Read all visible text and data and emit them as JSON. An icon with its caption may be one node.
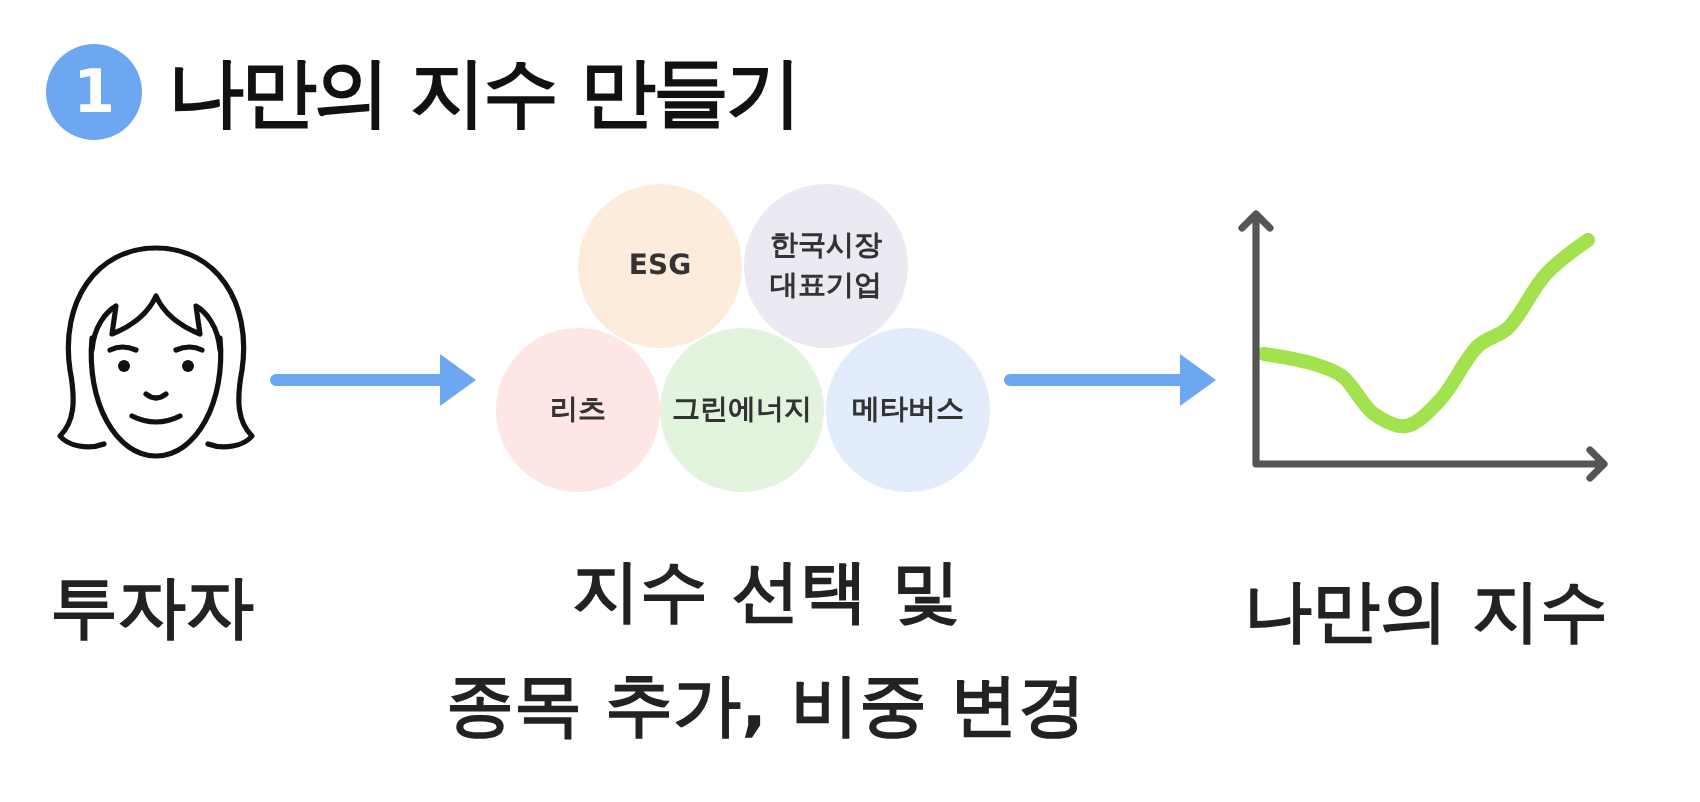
{
  "diagram": {
    "title": "나만의 지수 만들기",
    "nodes": [
      {
        "text": [],
        "shape": "person",
        "beside": [
          "투자자"
        ]
      },
      {
        "text": [
          "ESG"
        ]
      },
      {
        "text": [
          "한국시장 대표기업"
        ]
      },
      {
        "text": [
          "리츠"
        ]
      },
      {
        "text": [
          "그린에너지"
        ]
      },
      {
        "text": [
          "메타버스"
        ]
      },
      {
        "text": [],
        "shape": "picture",
        "beside": [
          "나만의 지수"
        ]
      }
    ],
    "edges": [
      {
        "from": 0,
        "to": 3,
        "arrow": "to"
      },
      {
        "from": 5,
        "to": 6,
        "arrow": "to"
      }
    ],
    "labels": [
      "1",
      "지수 선택 및 종목 추가, 비중 변경"
    ]
  }
}
